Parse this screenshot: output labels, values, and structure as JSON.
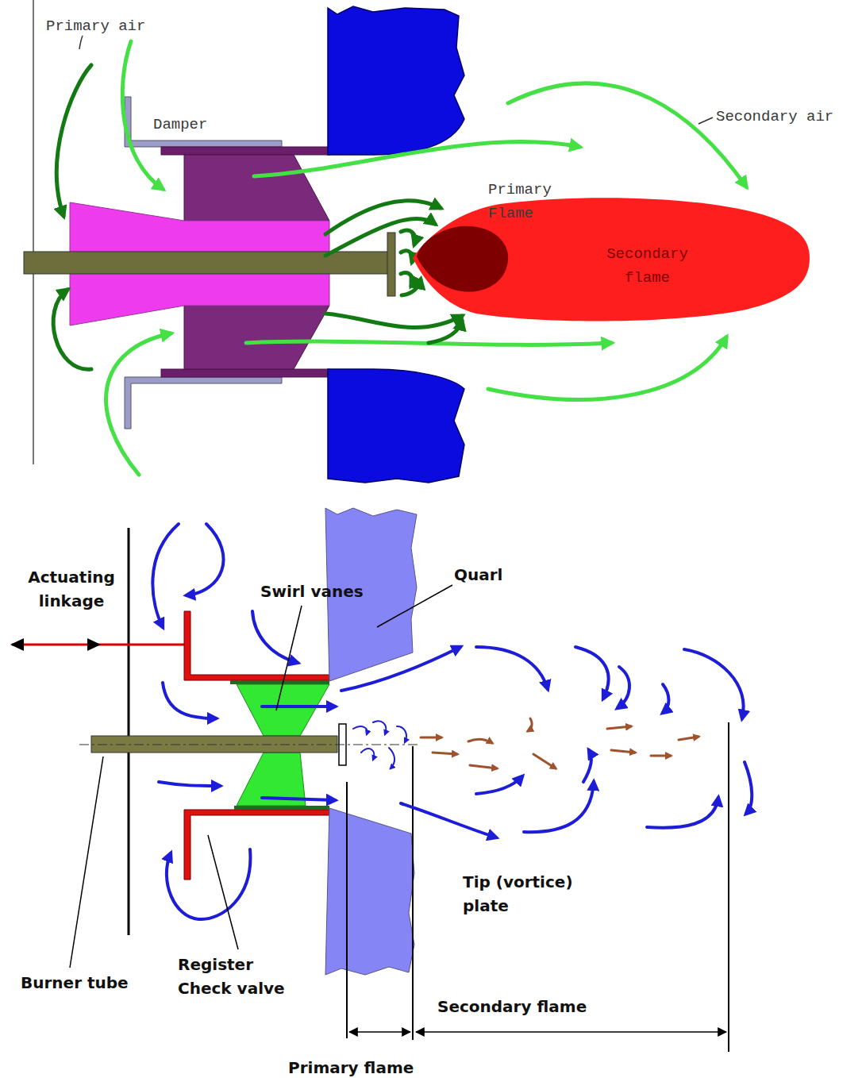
{
  "diagram": {
    "nodes": [
      {
        "text": [
          "Secondary flame"
        ]
      }
    ],
    "labels": [
      "Primary air",
      "Damper",
      "Secondary air",
      "Primary Flame",
      "Actuating linkage",
      "Swirl vanes",
      "Quarl",
      "Tip (vortice) plate",
      "Burner tube",
      "Register Check valve",
      "Secondary flame",
      "Primary flame"
    ]
  }
}
